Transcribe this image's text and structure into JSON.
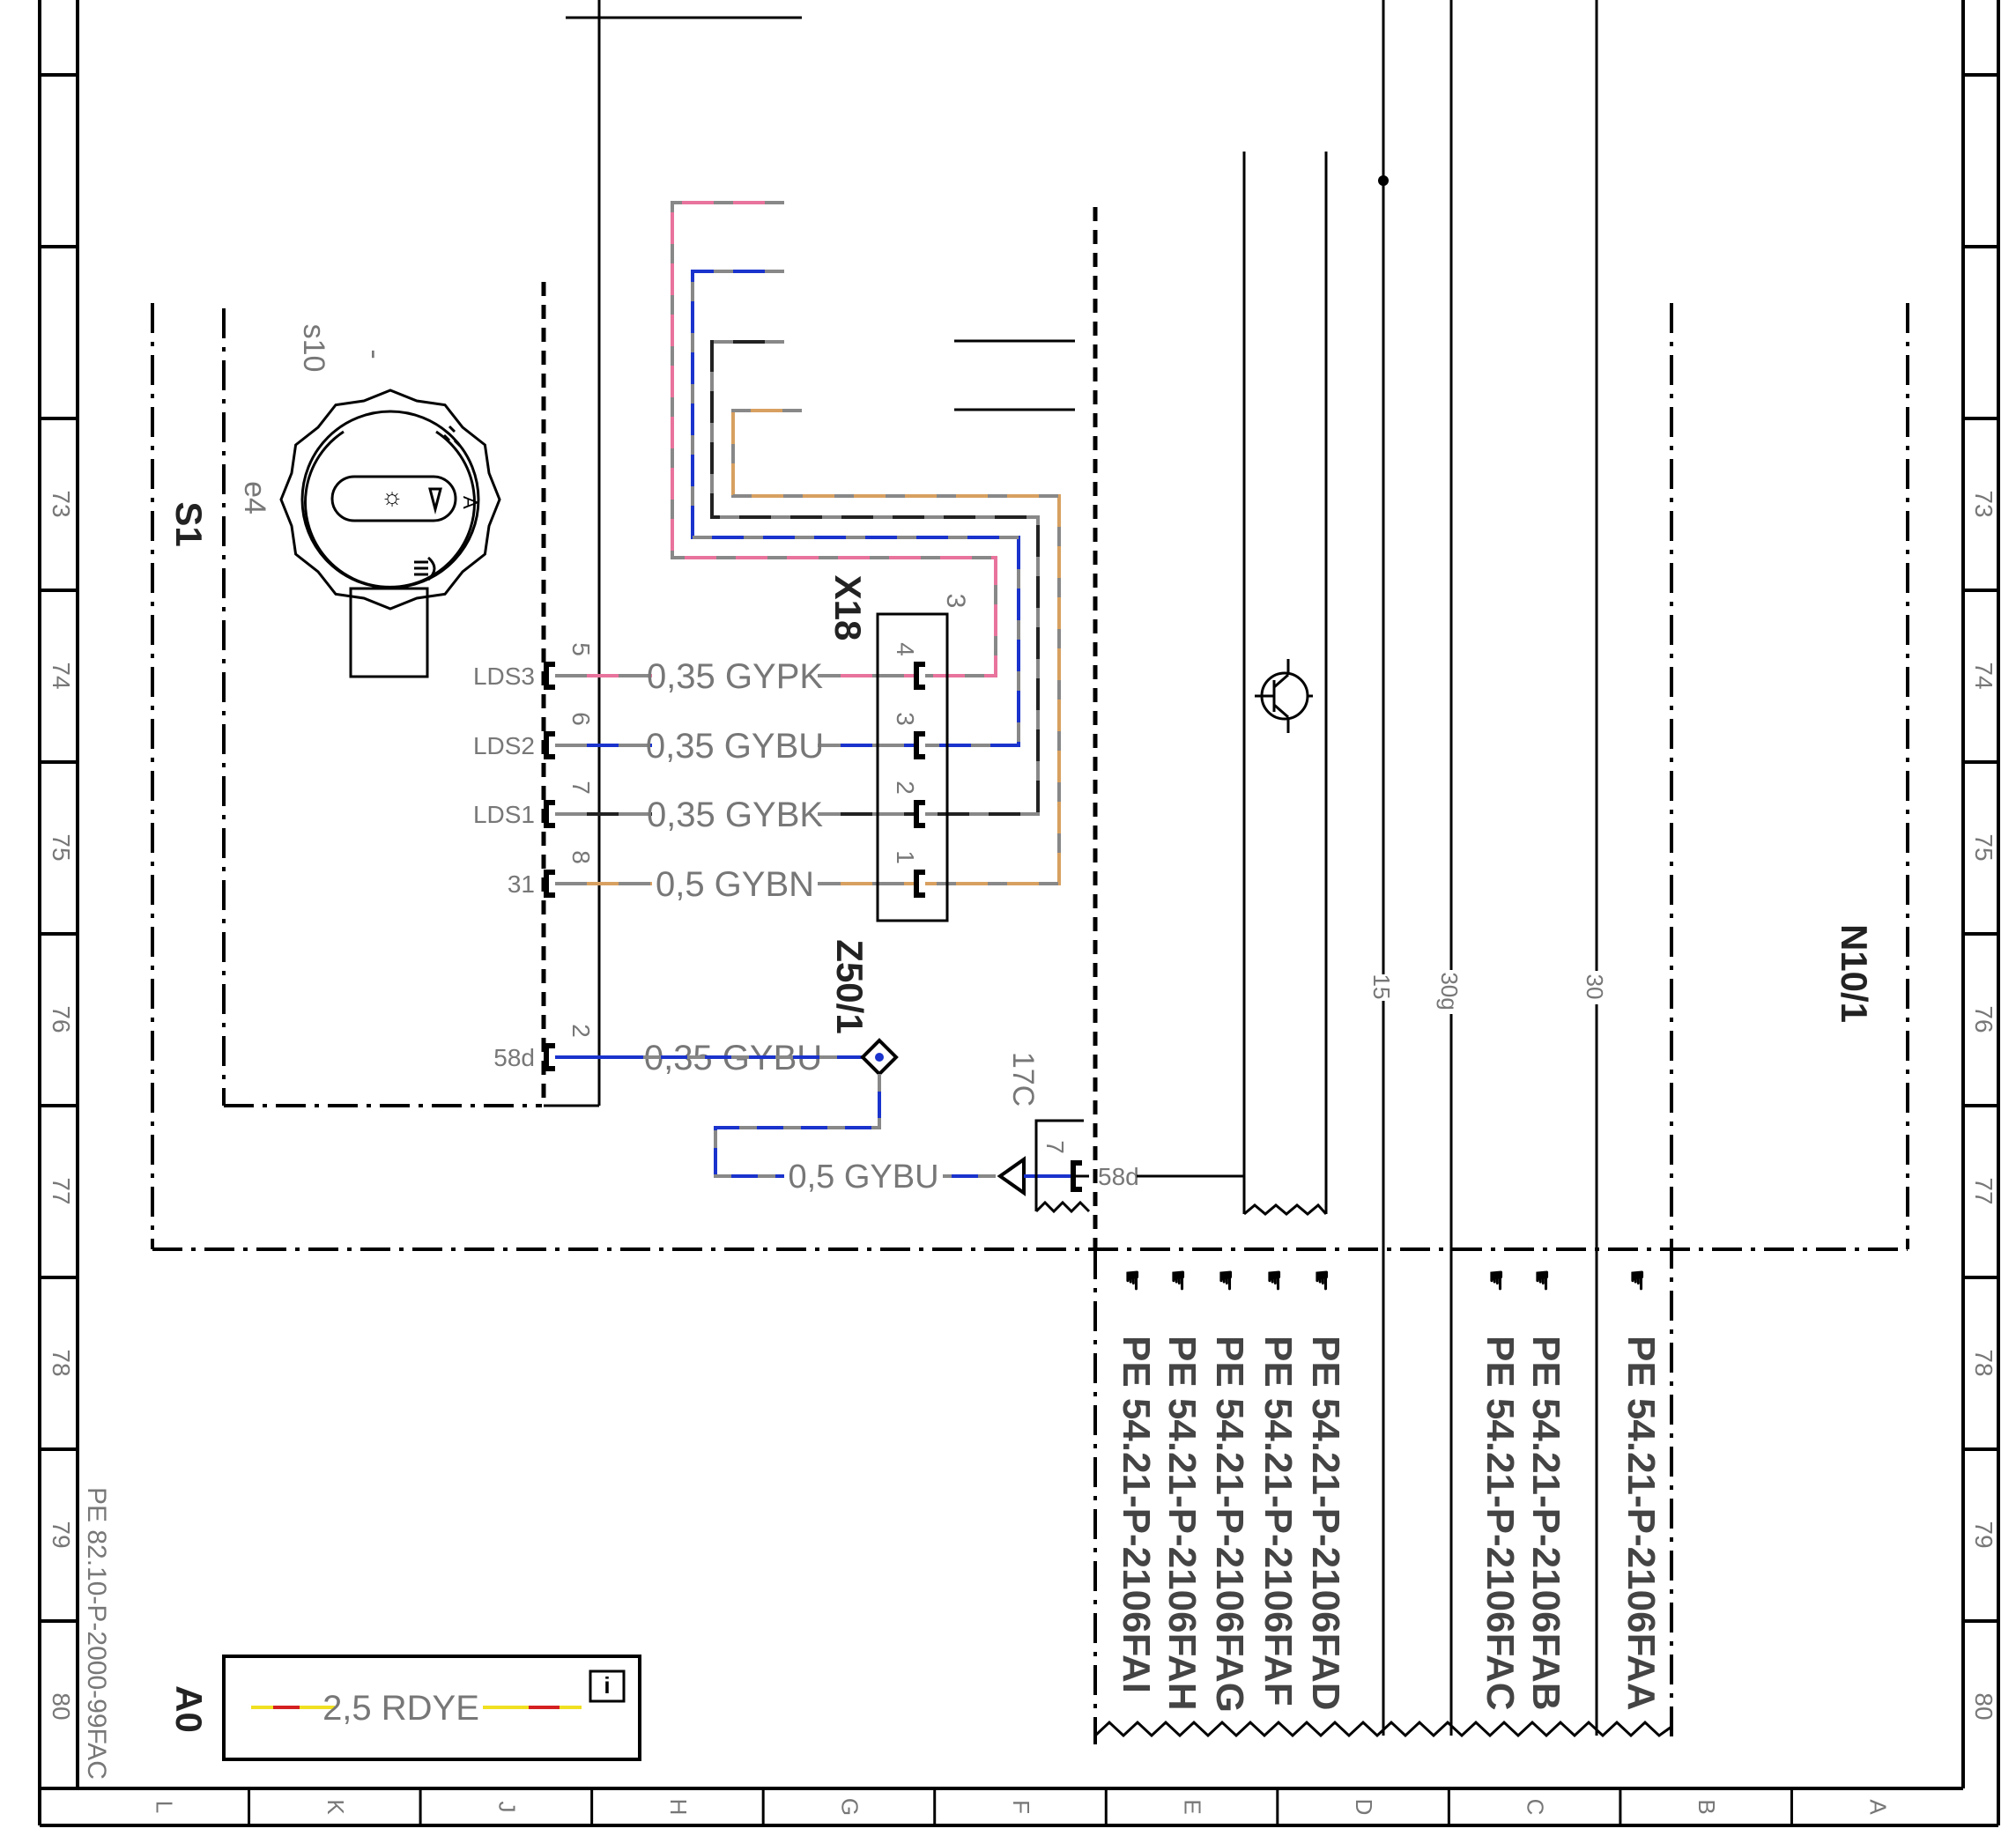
{
  "diagram": {
    "ruler_numbers": [
      "73",
      "74",
      "75",
      "76",
      "77",
      "78",
      "79",
      "80"
    ],
    "column_letters": [
      "L",
      "K",
      "J",
      "H",
      "G",
      "F",
      "E",
      "D",
      "C",
      "B",
      "A"
    ],
    "components": {
      "switch": "S1",
      "switch_ref": "s10",
      "switch_sub": "e4",
      "switch_mark": "-",
      "connector": "X18",
      "connector_top": "3",
      "splice": "Z50/1",
      "module": "N10/1",
      "module_pin_group": "17C",
      "module_pin": "7",
      "module_pin_label": "58d"
    },
    "switch_pins": [
      {
        "name": "LDS3",
        "num": "5",
        "wire": "0,35  GYPK",
        "x18": "4",
        "color": "#e8739c"
      },
      {
        "name": "LDS2",
        "num": "6",
        "wire": "0,35  GYBU",
        "x18": "3",
        "color": "#1a33cc"
      },
      {
        "name": "LDS1",
        "num": "7",
        "wire": "0,35  GYBK",
        "x18": "2",
        "color": "#222222"
      },
      {
        "name": "31",
        "num": "8",
        "wire": "0,5  GYBN",
        "x18": "1",
        "color": "#d8a060"
      }
    ],
    "pin_58d": {
      "name": "58d",
      "num": "2",
      "wire": "0,35  GYBU"
    },
    "wire_to_module": "0,5  GYBU",
    "bus_labels": [
      "15",
      "30g",
      "30"
    ],
    "references": [
      "PE 54.21-P-2106FAI",
      "PE 54.21-P-2106FAH",
      "PE 54.21-P-2106FAG",
      "PE 54.21-P-2106FAF",
      "PE 54.21-P-2106FAD",
      "PE 54.21-P-2106FAC",
      "PE 54.21-P-2106FAB",
      "PE 54.21-P-2106FAA"
    ],
    "doc_ref": "PE 82.10-P-2000-99FAC",
    "legend": {
      "label": "A0",
      "wire": "2,5  RDYE",
      "info": "i"
    },
    "colors": {
      "gray": "#888888",
      "pink": "#e8739c",
      "blue": "#1a33cc",
      "brown": "#d8a060",
      "red": "#d42020",
      "yellow": "#f0e020"
    }
  }
}
